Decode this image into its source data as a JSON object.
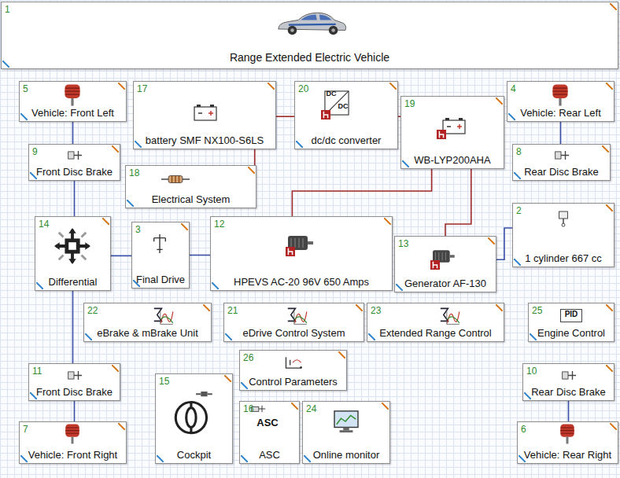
{
  "diagram": {
    "nodes": [
      {
        "text": [
          "1",
          "Range Extended Electric Vehicle"
        ]
      },
      {
        "text": [
          "5",
          "Vehicle: Front Left"
        ]
      },
      {
        "text": [
          "17",
          "battery SMF NX100-S6LS"
        ]
      },
      {
        "text": [
          "20",
          "dc/dc converter"
        ]
      },
      {
        "text": [
          "19",
          "WB-LYP200AHA"
        ]
      },
      {
        "text": [
          "4",
          "Vehicle: Rear Left"
        ]
      },
      {
        "text": [
          "9",
          "Front Disc Brake"
        ]
      },
      {
        "text": [
          "8",
          "Rear Disc Brake"
        ]
      },
      {
        "text": [
          "18",
          "Electrical System"
        ]
      },
      {
        "text": [
          "2",
          "1 cylinder 667 cc"
        ]
      },
      {
        "text": [
          "14",
          "Differential"
        ]
      },
      {
        "text": [
          "3",
          "Final Drive"
        ]
      },
      {
        "text": [
          "12",
          "HPEVS AC-20 96V 650 Amps"
        ]
      },
      {
        "text": [
          "13",
          "Generator AF-130"
        ]
      },
      {
        "text": [
          "22",
          "eBrake & mBrake Unit"
        ]
      },
      {
        "text": [
          "21",
          "eDrive Control System"
        ]
      },
      {
        "text": [
          "23",
          "Extended Range Control"
        ]
      },
      {
        "text": [
          "25",
          "Engine Control"
        ]
      },
      {
        "text": [
          "26",
          "Control Parameters"
        ]
      },
      {
        "text": [
          "11",
          "Front Disc Brake"
        ]
      },
      {
        "text": [
          "10",
          "Rear Disc Brake"
        ]
      },
      {
        "text": [
          "15",
          "Cockpit"
        ]
      },
      {
        "text": [
          "16",
          "ASC"
        ]
      },
      {
        "text": [
          "24",
          "Online monitor"
        ]
      },
      {
        "text": [
          "7",
          "Vehicle: Front Right"
        ]
      },
      {
        "text": [
          "6",
          "Vehicle: Rear Right"
        ]
      }
    ],
    "edges": [
      {
        "from": 1,
        "to": 6,
        "arrow": "none"
      },
      {
        "from": 6,
        "to": 10,
        "arrow": "none"
      },
      {
        "from": 10,
        "to": 11,
        "arrow": "none"
      },
      {
        "from": 11,
        "to": 12,
        "arrow": "none"
      },
      {
        "from": 10,
        "to": 19,
        "arrow": "none"
      },
      {
        "from": 19,
        "to": 24,
        "arrow": "none"
      },
      {
        "from": 5,
        "to": 7,
        "arrow": "none"
      },
      {
        "from": 20,
        "to": 25,
        "arrow": "none"
      },
      {
        "from": 13,
        "to": 9,
        "arrow": "none"
      },
      {
        "from": 2,
        "to": 3,
        "arrow": "none"
      },
      {
        "from": 3,
        "to": 4,
        "arrow": "none"
      },
      {
        "from": 2,
        "to": 8,
        "arrow": "none"
      },
      {
        "from": 4,
        "to": 12,
        "arrow": "none"
      },
      {
        "from": 4,
        "to": 13,
        "arrow": "none"
      }
    ],
    "labels": [
      "DC",
      "DC",
      "PID",
      "ASC"
    ]
  }
}
